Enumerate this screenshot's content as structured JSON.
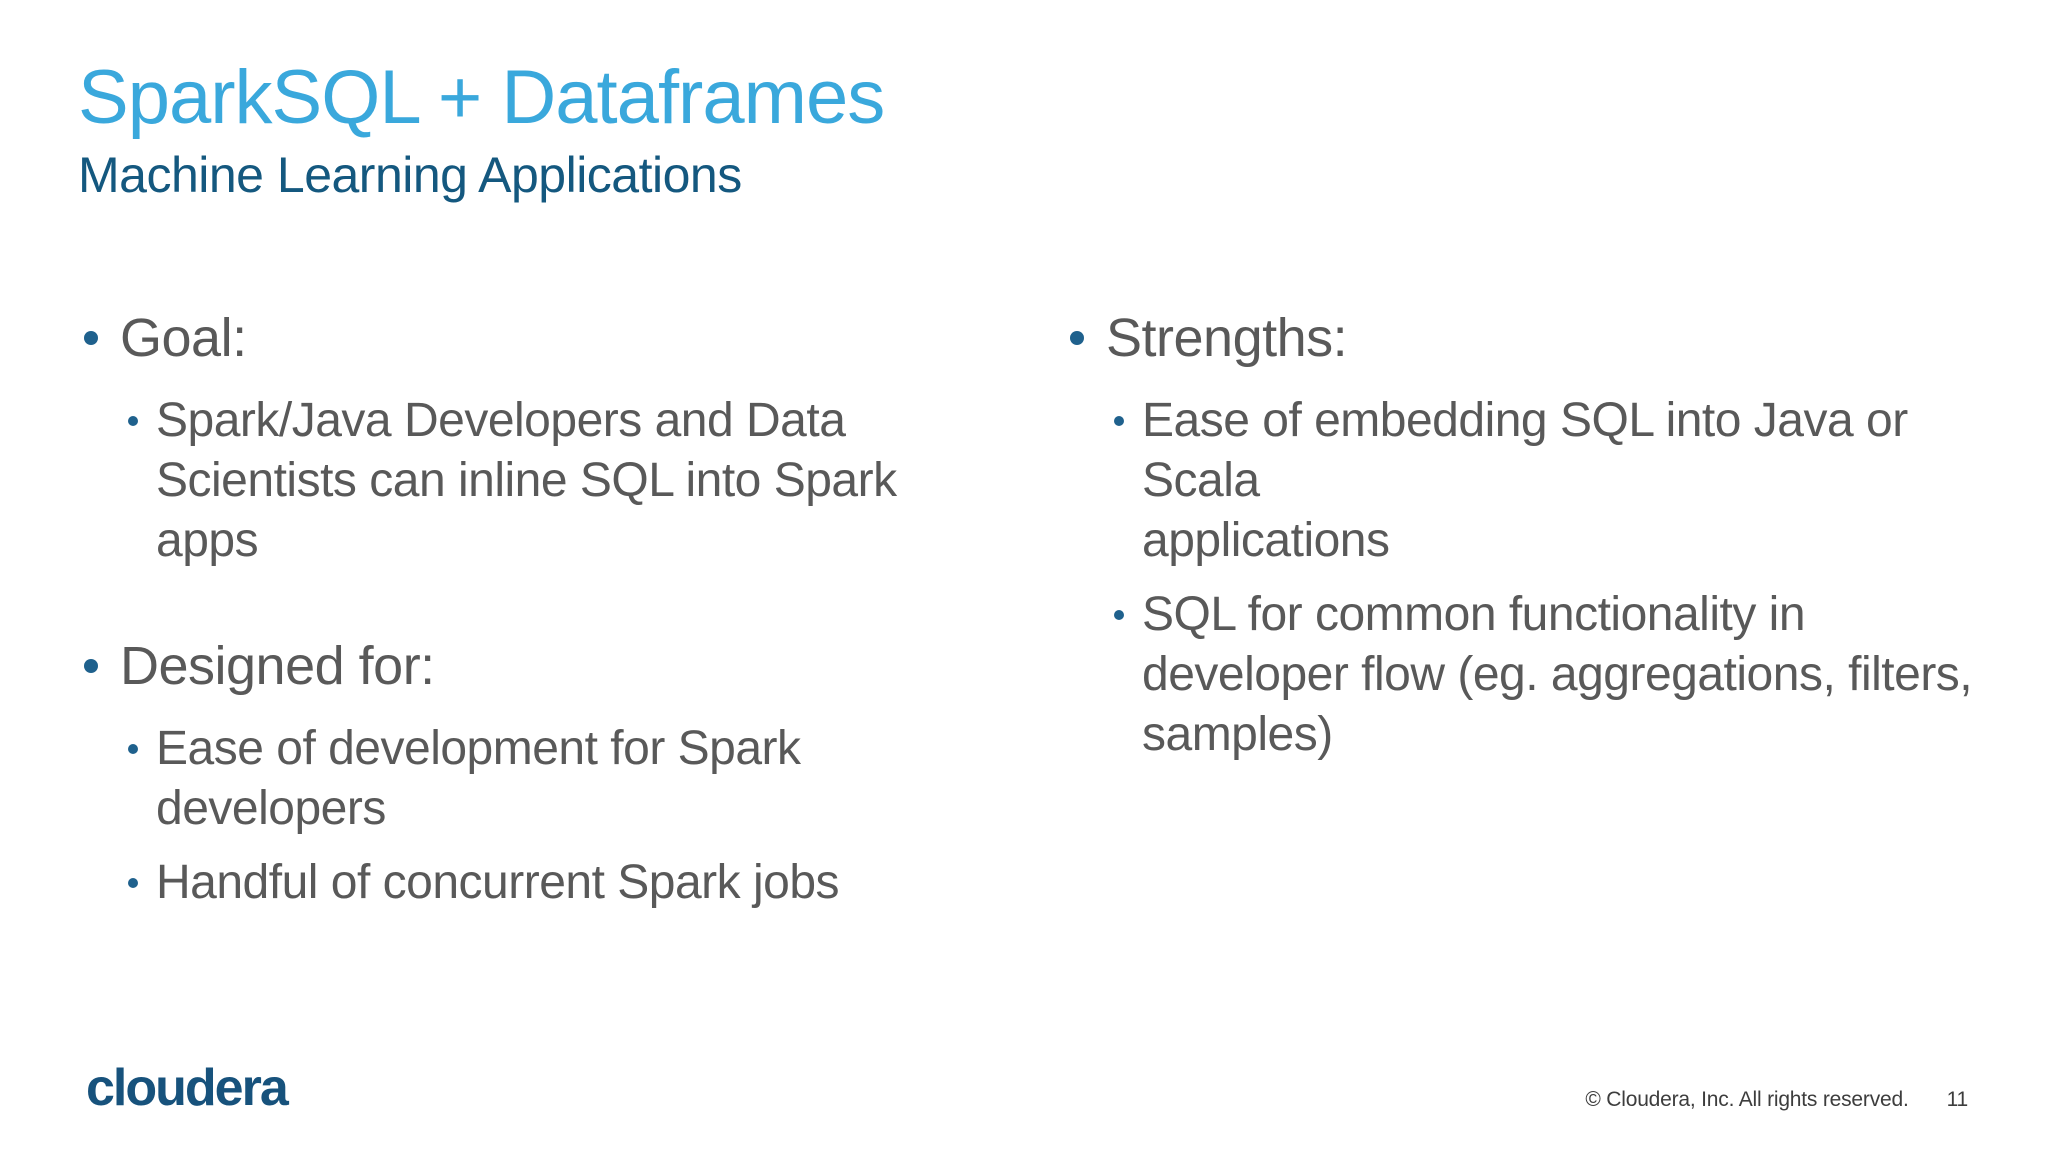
{
  "slide": {
    "title": "SparkSQL + Dataframes",
    "subtitle": "Machine Learning Applications",
    "columns": {
      "left": [
        {
          "label": "Goal:",
          "items": [
            "Spark/Java Developers and Data\nScientists can inline SQL into Spark apps"
          ]
        },
        {
          "label": "Designed for:",
          "items": [
            "Ease of development for Spark\ndevelopers",
            "Handful of concurrent Spark jobs"
          ]
        }
      ],
      "right": [
        {
          "label": "Strengths:",
          "items": [
            "Ease of embedding SQL into Java or Scala\napplications",
            "SQL for common functionality in\ndeveloper flow (eg. aggregations, filters,\nsamples)"
          ]
        }
      ]
    },
    "footer": {
      "logo": "cloudera",
      "copyright": "© Cloudera, Inc. All rights reserved.",
      "page_number": "11"
    },
    "colors": {
      "background": "#ffffff",
      "title_blue": "#3aa8dc",
      "subtitle_blue": "#14587f",
      "body_gray": "#595959",
      "bullet_blue": "#1f618d",
      "logo_blue": "#17527c"
    }
  }
}
